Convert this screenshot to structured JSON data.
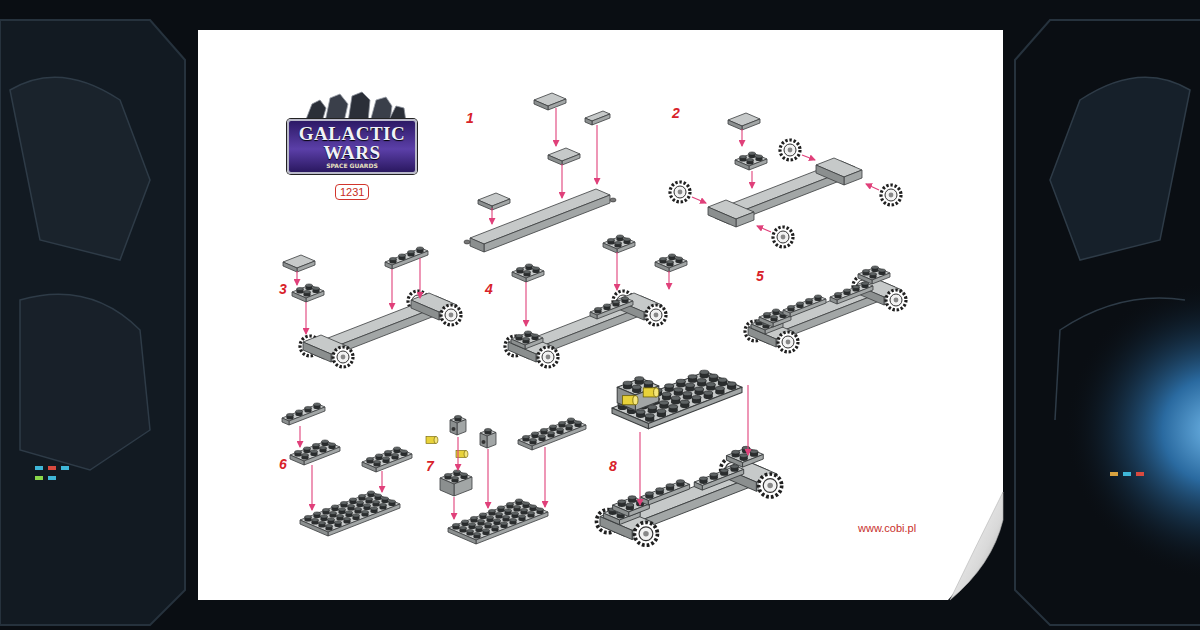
{
  "diagram": {
    "nodes": [
      {
        "text": [
          "GALACTIC WARS",
          "SPACE GUARDS"
        ]
      },
      {
        "text": [
          "1231"
        ]
      }
    ],
    "labels": [
      "1",
      "2",
      "3",
      "4",
      "5",
      "6",
      "7",
      "8",
      "www.cobi.pl"
    ]
  }
}
